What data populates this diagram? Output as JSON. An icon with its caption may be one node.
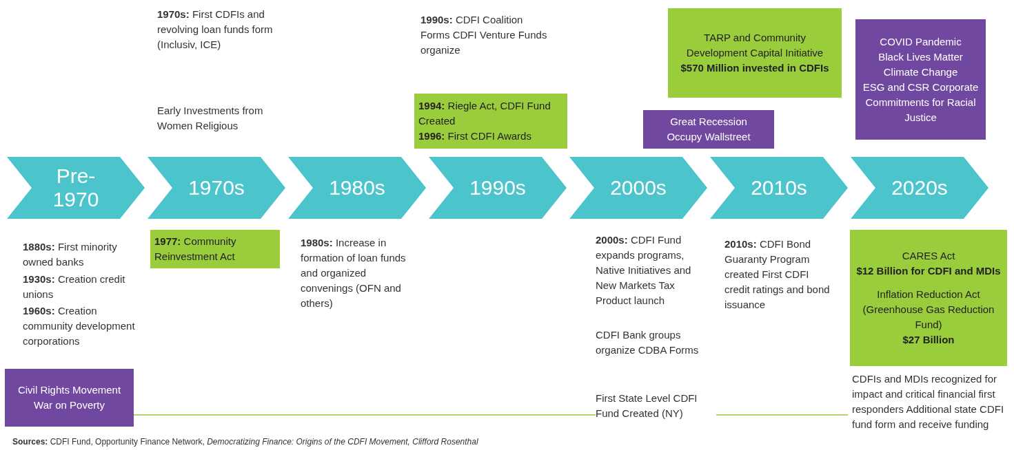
{
  "diagram": {
    "nodes": [
      {
        "text": [
          "Pre-1970"
        ]
      },
      {
        "text": [
          "1970s"
        ]
      },
      {
        "text": [
          "1980s"
        ]
      },
      {
        "text": [
          "1990s"
        ]
      },
      {
        "text": [
          "2000s"
        ]
      },
      {
        "text": [
          "2010s"
        ]
      },
      {
        "text": [
          "2020s"
        ]
      },
      {
        "text": [
          "**1994:** Riegle Act, CDFI Fund Created",
          "**1996:** First CDFI Awards"
        ]
      },
      {
        "text": [
          "TARP and Community Development Capital Initiative",
          "**$570 Million invested in CDFIs**"
        ]
      },
      {
        "text": [
          "Great Recession",
          "Occupy Wallstreet"
        ]
      },
      {
        "text": [
          "COVID Pandemic",
          "Black Lives Matter",
          "Climate Change",
          "ESG and CSR Corporate Commitments for Racial Justice"
        ]
      },
      {
        "text": [
          "**1977:** Community Reinvestment Act"
        ]
      },
      {
        "text": [
          "CARES Act",
          "**$12 Billion for CDFI and MDIs**",
          "Inflation Reduction Act (Greenhouse Gas Reduction Fund)",
          "**$27 Billion**"
        ]
      },
      {
        "text": [
          "Civil Rights Movement",
          "War on Poverty"
        ]
      }
    ],
    "edges": [],
    "labels": [
      "**1970s:** First CDFIs and revolving loan funds form (Inclusiv, ICE)",
      "Early Investments from Women Religious",
      "**1990s:** CDFI Coalition Forms CDFI Venture Funds organize",
      "**1880s:** First minority owned banks",
      "**1930s:** Creation credit unions",
      "**1960s:** Creation community development corporations",
      "**1980s:** Increase in formation of loan funds and organized convenings (OFN and others)",
      "**2000s:** CDFI Fund expands programs, Native Initiatives and New Markets Tax Product launch",
      "CDFI Bank groups organize CDBA Forms",
      "First State Level CDFI Fund Created (NY)",
      "**2010s:** CDFI Bond Guaranty Program created First CDFI credit ratings and bond issuance",
      "CDFIs and MDIs recognized for impact and critical financial first responders Additional state CDFI fund form and receive funding",
      "**Sources:** CDFI Fund, Opportunity Finance Network, *Democratizing Finance: Origins of the CDFI Movement, Clifford Rosenthal*"
    ]
  }
}
